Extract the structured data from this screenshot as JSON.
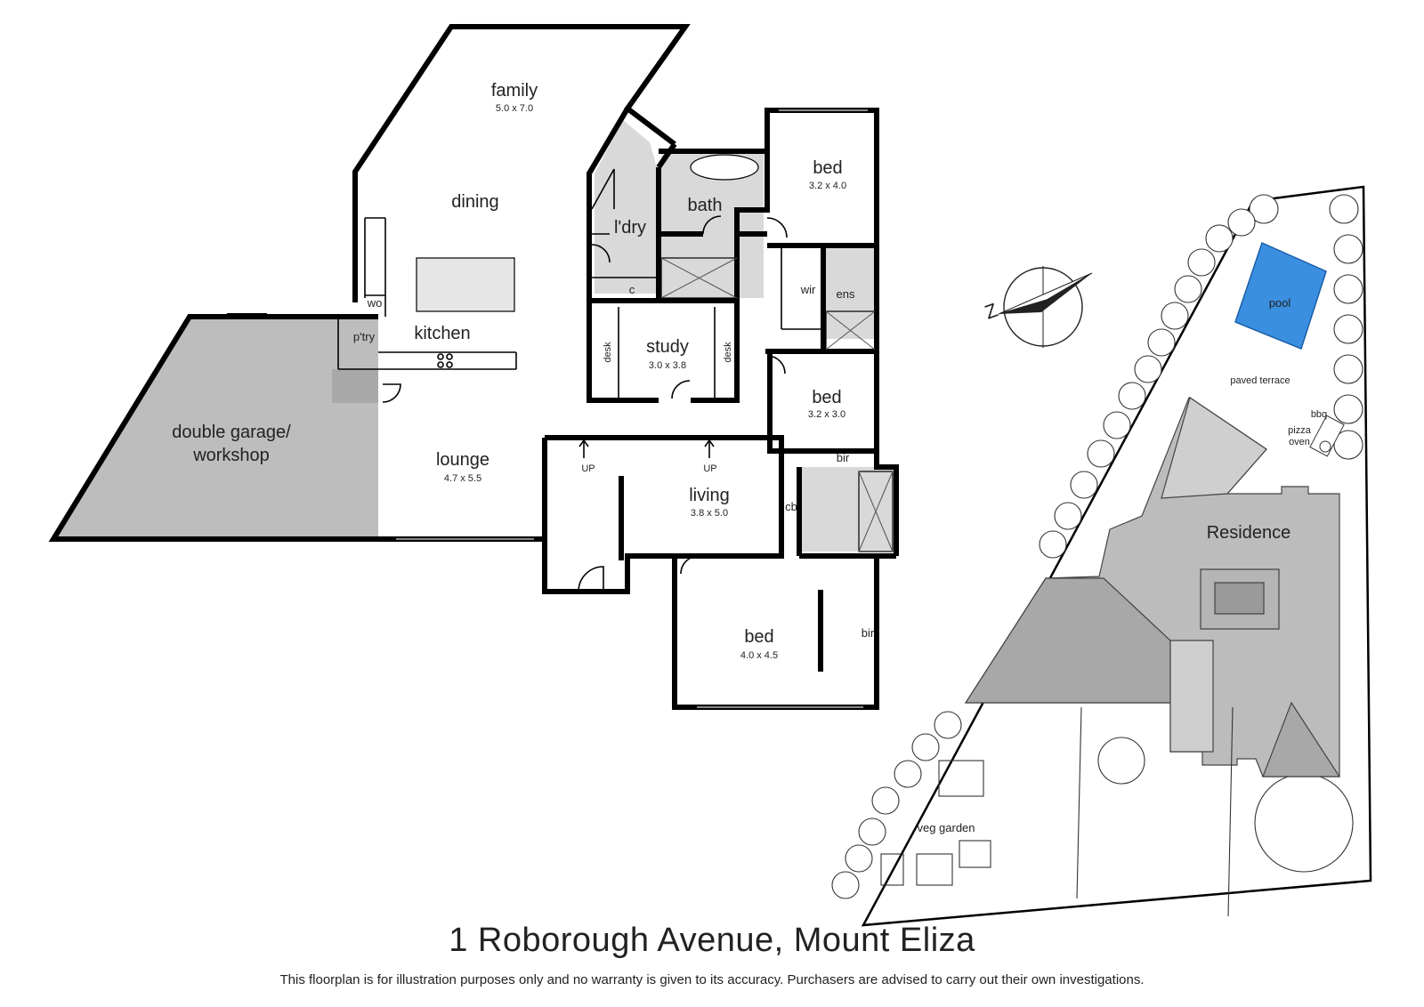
{
  "title": "1 Roborough Avenue, Mount Eliza",
  "disclaimer": "This floorplan is for illustration purposes only and no warranty is given to its accuracy. Purchasers are advised to carry out their own investigations.",
  "rooms": {
    "family": {
      "name": "family",
      "dim": "5.0 x 7.0"
    },
    "dining": {
      "name": "dining"
    },
    "kitchen": {
      "name": "kitchen"
    },
    "laundry": {
      "name": "l'dry"
    },
    "bath": {
      "name": "bath"
    },
    "bed1": {
      "name": "bed",
      "dim": "3.2 x 4.0"
    },
    "wir": {
      "name": "wir"
    },
    "ens": {
      "name": "ens"
    },
    "study": {
      "name": "study",
      "dim": "3.0 x 3.8"
    },
    "bed2": {
      "name": "bed",
      "dim": "3.2 x 3.0"
    },
    "garage": {
      "name_line1": "double garage/",
      "name_line2": "workshop"
    },
    "lounge": {
      "name": "lounge",
      "dim": "4.7 x 5.5"
    },
    "living": {
      "name": "living",
      "dim": "3.8 x 5.0"
    },
    "bed3": {
      "name": "bed",
      "dim": "4.0 x 4.5"
    }
  },
  "labels": {
    "wo": "wo",
    "pantry": "p'try",
    "cupboard": "c",
    "desk_left": "desk",
    "desk_right": "desk",
    "bir_upper": "bir",
    "bir_lower": "bir",
    "cb": "cb",
    "up_left": "UP",
    "up_right": "UP"
  },
  "site": {
    "pool": "pool",
    "paved_terrace": "paved terrace",
    "bbq": "bbq",
    "pizza_oven_line1": "pizza",
    "pizza_oven_line2": "oven",
    "residence": "Residence",
    "veg_garden": "veg garden"
  },
  "colors": {
    "garage_fill": "#bdbdbd",
    "wet_area_fill": "#d9d9d9",
    "roof_dark": "#a8a8a8",
    "roof_mid": "#bcbcbc",
    "roof_light": "#cfcfcf",
    "pool_fill": "#3b8fe0"
  },
  "icons": [
    "compass-icon"
  ]
}
